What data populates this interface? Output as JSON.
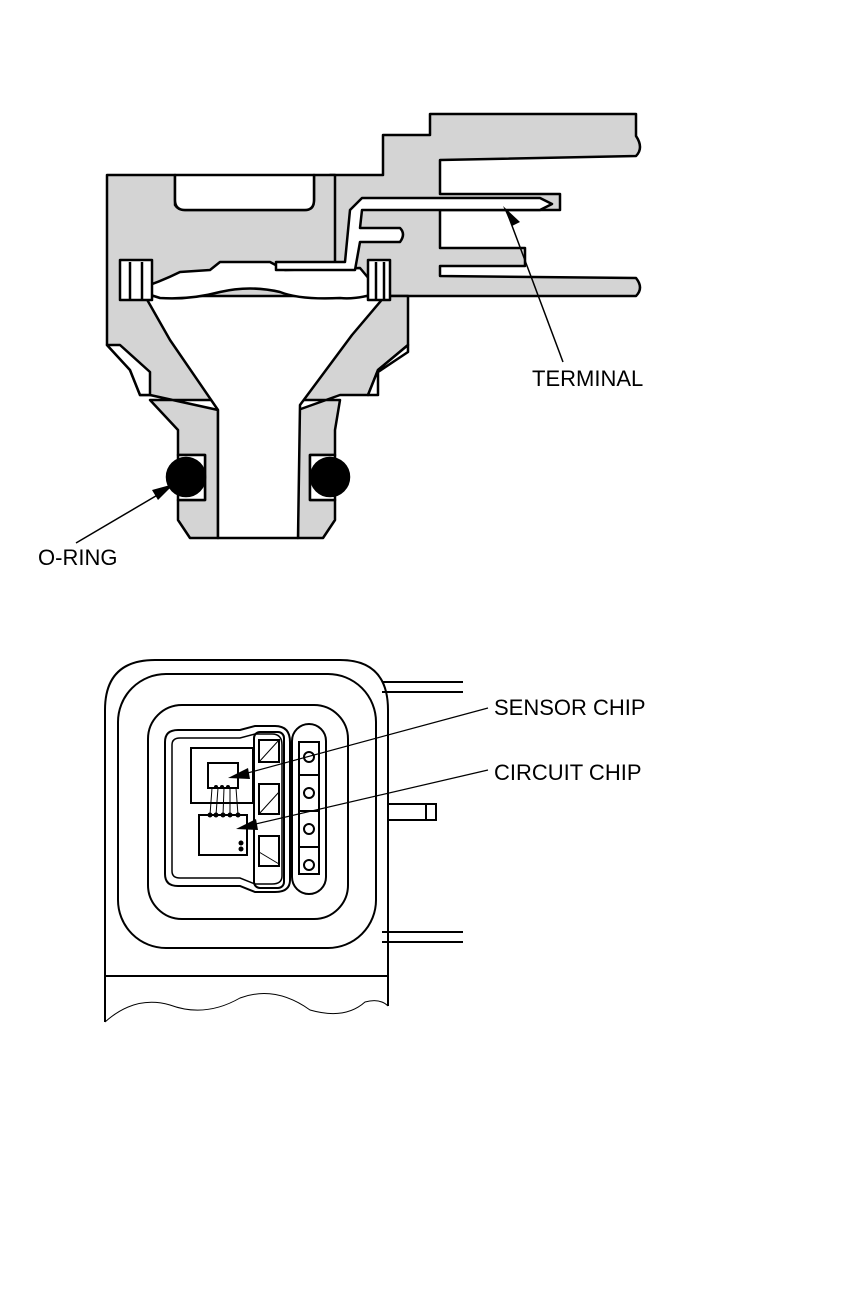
{
  "labels": {
    "terminal": "TERMINAL",
    "o_ring": "O-RING",
    "sensor_chip": "SENSOR CHIP",
    "circuit_chip": "CIRCUIT CHIP"
  },
  "colors": {
    "body_fill": "#d4d4d4",
    "line": "#000000",
    "o_ring": "#000000",
    "background": "#ffffff"
  }
}
